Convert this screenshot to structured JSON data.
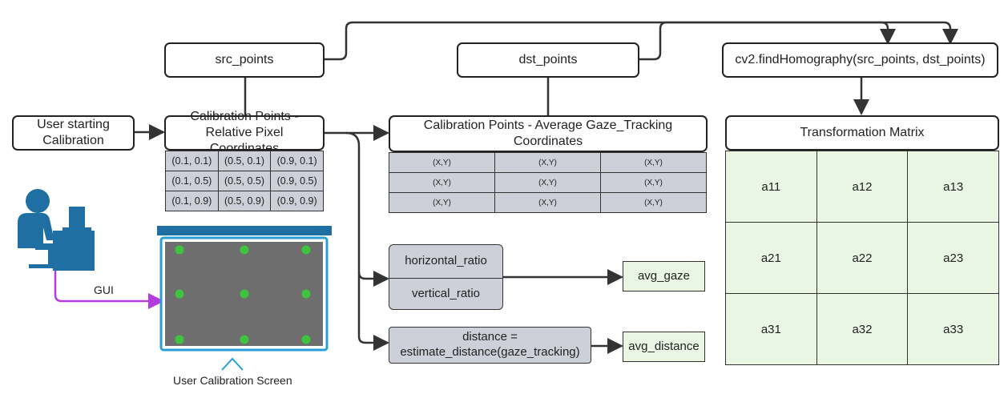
{
  "nodes": {
    "user_start": "User starting Calibration",
    "calib_rel": "Calibration Points - Relative Pixel Coordinates",
    "src_points": "src_points",
    "dst_points": "dst_points",
    "find_homography": "cv2.findHomography(src_points, dst_points)",
    "calib_avg": "Calibration Points - Average Gaze_Tracking Coordinates",
    "transformation_matrix": "Transformation Matrix",
    "horizontal_ratio": "horizontal_ratio",
    "vertical_ratio": "vertical_ratio",
    "distance_line1": "distance =",
    "distance_line2": "estimate_distance(gaze_tracking)",
    "avg_gaze": "avg_gaze",
    "avg_distance": "avg_distance"
  },
  "labels": {
    "gui": "GUI",
    "screen": "User Calibration Screen"
  },
  "calibration_points": [
    [
      "(0.1, 0.1)",
      "(0.5, 0.1)",
      "(0.9, 0.1)"
    ],
    [
      "(0.1, 0.5)",
      "(0.5, 0.5)",
      "(0.9, 0.5)"
    ],
    [
      "(0.1, 0.9)",
      "(0.5, 0.9)",
      "(0.9, 0.9)"
    ]
  ],
  "average_coordinates": [
    [
      "(X,Y)",
      "(X,Y)",
      "(X,Y)"
    ],
    [
      "(X,Y)",
      "(X,Y)",
      "(X,Y)"
    ],
    [
      "(X,Y)",
      "(X,Y)",
      "(X,Y)"
    ]
  ],
  "matrix": [
    [
      "a11",
      "a12",
      "a13"
    ],
    [
      "a21",
      "a22",
      "a23"
    ],
    [
      "a31",
      "a32",
      "a33"
    ]
  ],
  "colors": {
    "gray_fill": "#cdd0d9",
    "green_fill": "#e8f6e3",
    "user_icon": "#1f6fa3",
    "gui_arrow": "#b43be0",
    "screen_border": "#2a9fd6",
    "screen_fill": "#6e6e6e",
    "calibration_dot": "#3ec43e"
  }
}
